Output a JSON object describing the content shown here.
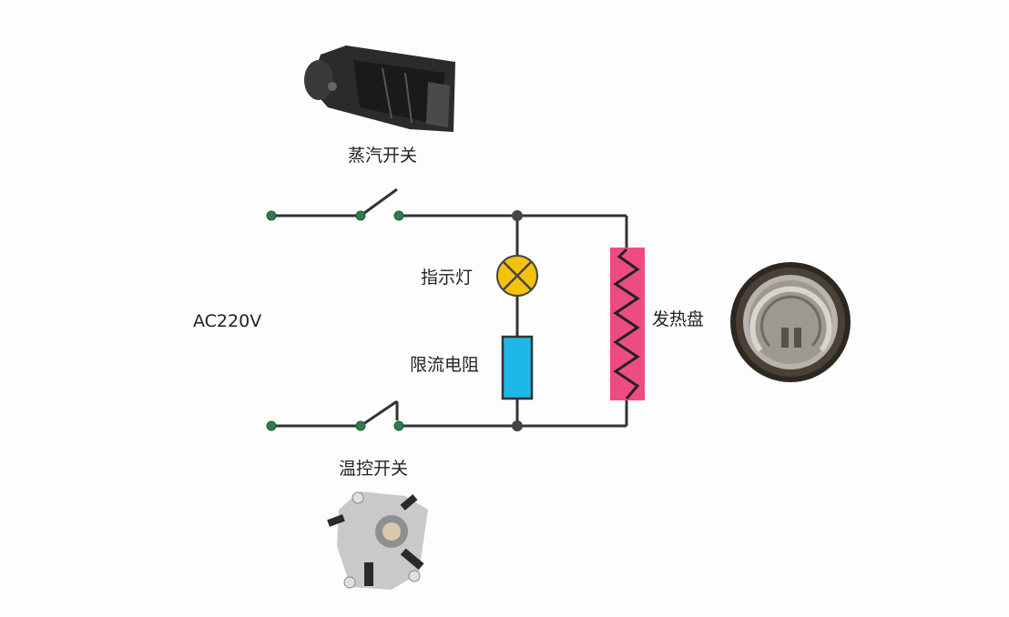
{
  "diagram": {
    "labels": {
      "steam_switch": "蒸汽开关",
      "thermo_switch": "温控开关",
      "indicator_lamp": "指示灯",
      "current_limit_resistor": "限流电阻",
      "heating_plate": "发热盘",
      "power_source": "AC220V"
    },
    "colors": {
      "wire": "#333333",
      "node": "#2e7d4f",
      "lamp_fill": "#f4c20d",
      "resistor_fill": "#1eb7ea",
      "heater_fill": "#ef4b83"
    },
    "images": {
      "steam_switch_photo": "steam-switch-photo",
      "heating_plate_photo": "heating-plate-photo",
      "thermostat_photo": "thermostat-photo"
    }
  }
}
